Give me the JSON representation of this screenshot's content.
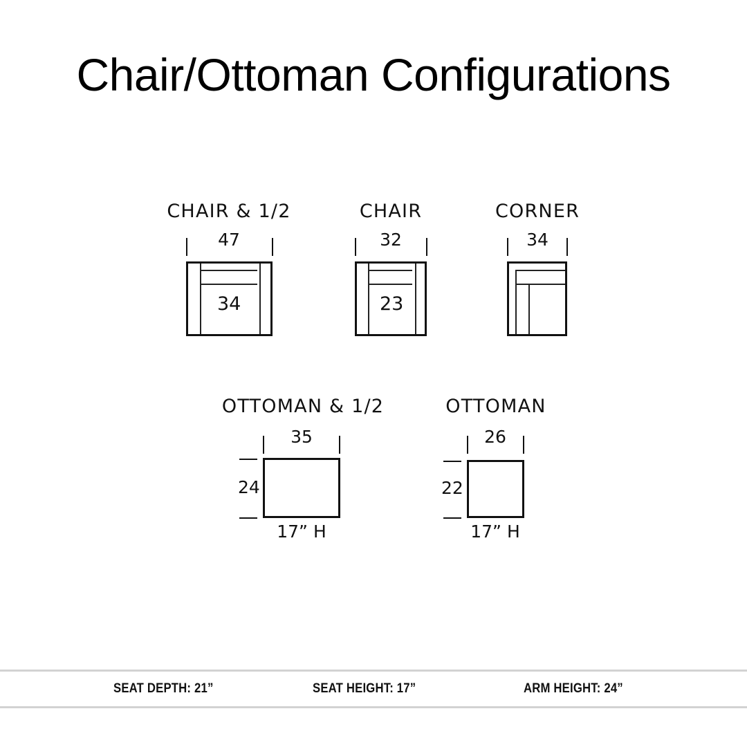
{
  "page": {
    "title": "Chair/Ottoman Configurations",
    "background_color": "#ffffff",
    "line_color": "#111111"
  },
  "chart_data": {
    "type": "diagram",
    "title": "Chair/Ottoman Configurations",
    "description": "Top-down plan-view dimension drawings for chair and ottoman modules, widths and depths in inches",
    "units": "inches",
    "rows": [
      {
        "row": "chairs",
        "items": [
          {
            "name": "CHAIR & 1/2",
            "width": 47,
            "depth": 34
          },
          {
            "name": "CHAIR",
            "width": 32,
            "depth": 23
          },
          {
            "name": "CORNER",
            "width": 34,
            "depth": null
          }
        ]
      },
      {
        "row": "ottomans",
        "items": [
          {
            "name": "OTTOMAN & 1/2",
            "width": 35,
            "depth": 24,
            "height": "17” H"
          },
          {
            "name": "OTTOMAN",
            "width": 26,
            "depth": 22,
            "height": "17” H"
          }
        ]
      }
    ],
    "footer_specs": [
      {
        "label": "SEAT DEPTH",
        "value": "21”"
      },
      {
        "label": "SEAT HEIGHT",
        "value": "17”"
      },
      {
        "label": "ARM HEIGHT",
        "value": "24”"
      }
    ]
  },
  "diagrams": {
    "chair_and_half": {
      "label": "CHAIR & 1/2",
      "width": "47",
      "depth": "34"
    },
    "chair": {
      "label": "CHAIR",
      "width": "32",
      "depth": "23"
    },
    "corner": {
      "label": "CORNER",
      "width": "34"
    },
    "ottoman_and_half": {
      "label": "OTTOMAN & 1/2",
      "width": "35",
      "depth": "24",
      "height": "17” H"
    },
    "ottoman": {
      "label": "OTTOMAN",
      "width": "26",
      "depth": "22",
      "height": "17” H"
    }
  },
  "footer": {
    "seat_depth": "SEAT DEPTH: 21”",
    "seat_height": "SEAT HEIGHT: 17”",
    "arm_height": "ARM HEIGHT: 24”"
  }
}
